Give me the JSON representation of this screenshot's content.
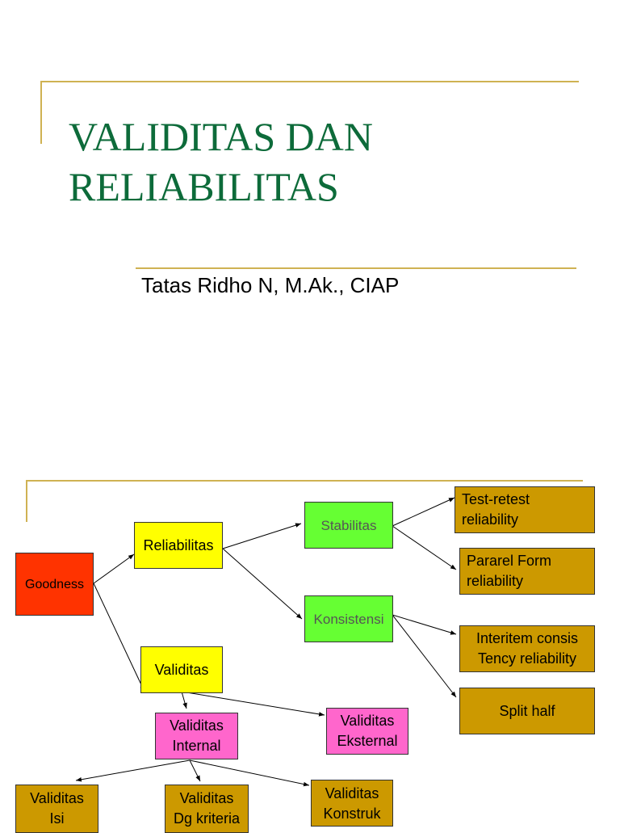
{
  "slide1": {
    "title_line1": "VALIDITAS DAN",
    "title_line2": "RELIABILITAS",
    "subtitle": "Tatas Ridho N, M.Ak., CIAP"
  },
  "diagram": {
    "goodness": "Goodness",
    "reliabilitas": "Reliabilitas",
    "validitas": "Validitas",
    "stabilitas": "Stabilitas",
    "konsistensi": "Konsistensi",
    "test_retest": "Test-retest\nreliability",
    "pararel_form": "Pararel Form\nreliability",
    "interitem": "Interitem consis\nTency reliability",
    "split_half": "Split half",
    "validitas_internal": "Validitas\nInternal",
    "validitas_eksternal": "Validitas\nEksternal",
    "validitas_isi": "Validitas\nIsi",
    "validitas_kriteria": "Validitas\nDg kriteria",
    "validitas_konstruk": "Validitas\nKonstruk"
  },
  "colors": {
    "title_green": "#0d6b3a",
    "gold_rule": "#cfb253",
    "goodness_red": "#ff3300",
    "reliabilitas_yellow": "#ffff00",
    "stabilitas_green": "#66ff33",
    "validitas_pink": "#ff66cc",
    "leaf_brown": "#cc9900"
  }
}
